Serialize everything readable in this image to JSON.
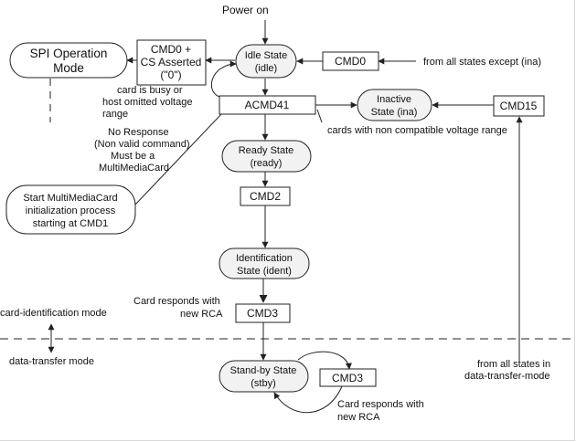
{
  "diagram": {
    "labels": {
      "power_on": "Power on",
      "from_all_except": "from all states except (ina)",
      "busy_1": "card is busy or",
      "busy_2": "host omitted voltage",
      "busy_3": "range",
      "non_compatible": "cards with non compatible voltage range",
      "no_resp_1": "No Response",
      "no_resp_2": "(Non valid command)",
      "no_resp_3": "Must be a",
      "no_resp_4": "MultiMediaCard",
      "responds_rca_1_a": "Card responds with",
      "responds_rca_1_b": "new RCA",
      "card_ident_mode": "card-identification mode",
      "data_transfer_mode": "data-transfer mode",
      "from_all_dt_1": "from all states in",
      "from_all_dt_2": "data-transfer-mode",
      "responds_rca_2_a": "Card responds with",
      "responds_rca_2_b": "new RCA"
    },
    "nodes": {
      "spi_mode": [
        "SPI Operation",
        "Mode"
      ],
      "cmd0_cs": [
        "CMD0 +",
        "CS Asserted",
        "(\"0\")"
      ],
      "idle_state": [
        "Idle State",
        "(idle)"
      ],
      "cmd0": [
        "CMD0"
      ],
      "acmd41": [
        "ACMD41"
      ],
      "inactive_state": [
        "Inactive",
        "State (ina)"
      ],
      "cmd15": [
        "CMD15"
      ],
      "ready_state": [
        "Ready State",
        "(ready)"
      ],
      "start_mmc": [
        "Start MultiMediaCard",
        "initialization process",
        "starting at CMD1"
      ],
      "cmd2": [
        "CMD2"
      ],
      "ident_state": [
        "Identification",
        "State (ident)"
      ],
      "cmd3_a": [
        "CMD3"
      ],
      "stby_state": [
        "Stand-by State",
        "(stby)"
      ],
      "cmd3_b": [
        "CMD3"
      ]
    }
  }
}
